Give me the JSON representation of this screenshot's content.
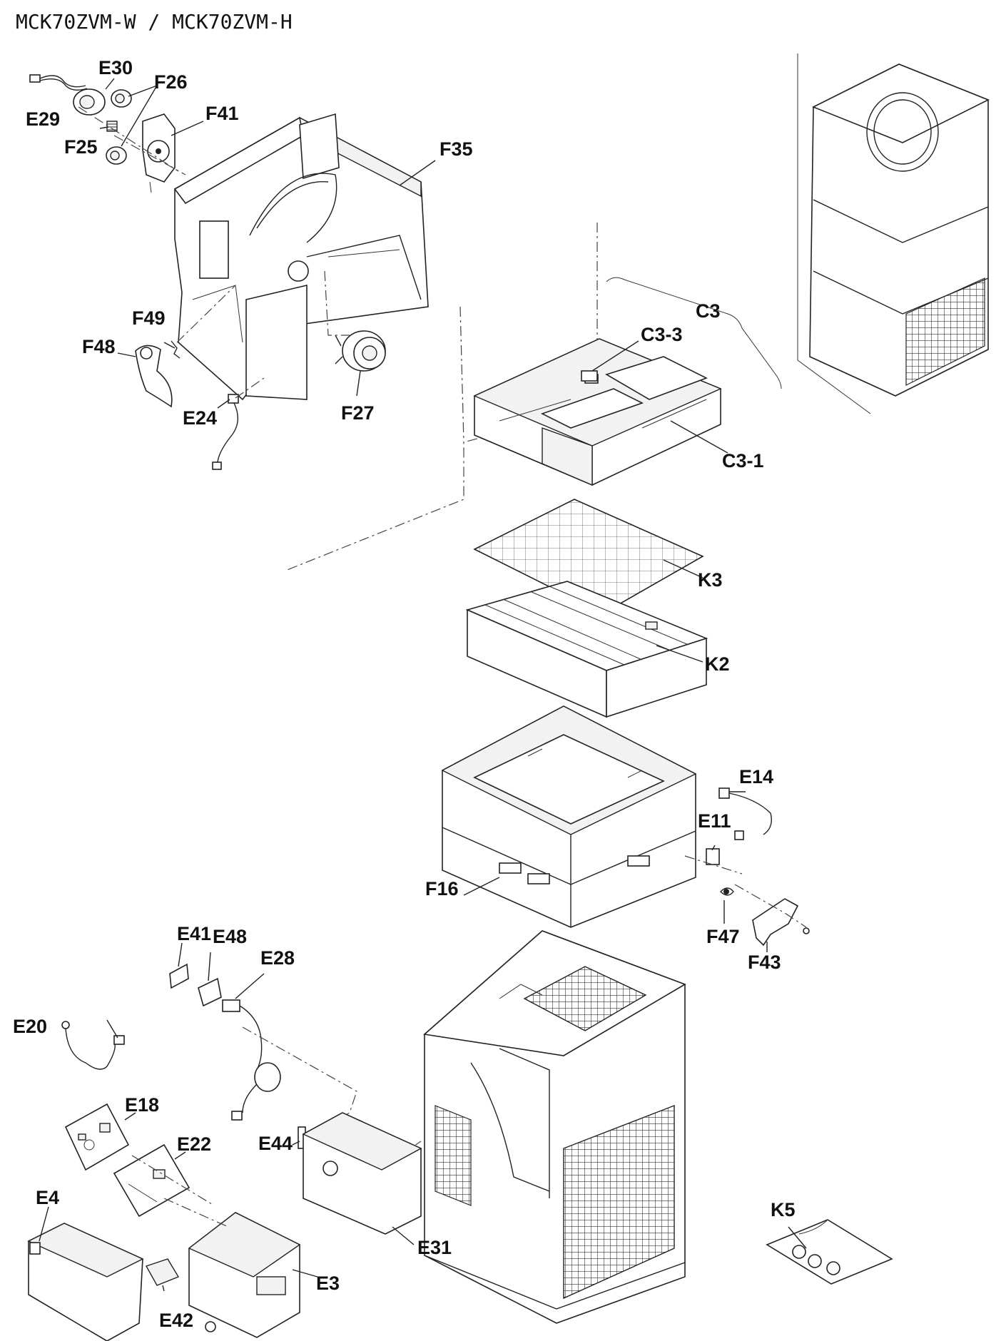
{
  "title": "MCK70ZVM-W / MCK70ZVM-H",
  "labels": {
    "E30": "E30",
    "F26": "F26",
    "F41": "F41",
    "E29": "E29",
    "F25": "F25",
    "F35": "F35",
    "C3": "C3",
    "C3-3": "C3-3",
    "C3-1": "C3-1",
    "F49": "F49",
    "F48": "F48",
    "F27": "F27",
    "E24": "E24",
    "K3": "K3",
    "K2": "K2",
    "E14": "E14",
    "E11": "E11",
    "F16": "F16",
    "F47": "F47",
    "F43": "F43",
    "E41": "E41",
    "E48": "E48",
    "E28": "E28",
    "E20": "E20",
    "E18": "E18",
    "E22": "E22",
    "E44": "E44",
    "E4": "E4",
    "E31": "E31",
    "E3": "E3",
    "E42": "E42",
    "K5": "K5"
  }
}
